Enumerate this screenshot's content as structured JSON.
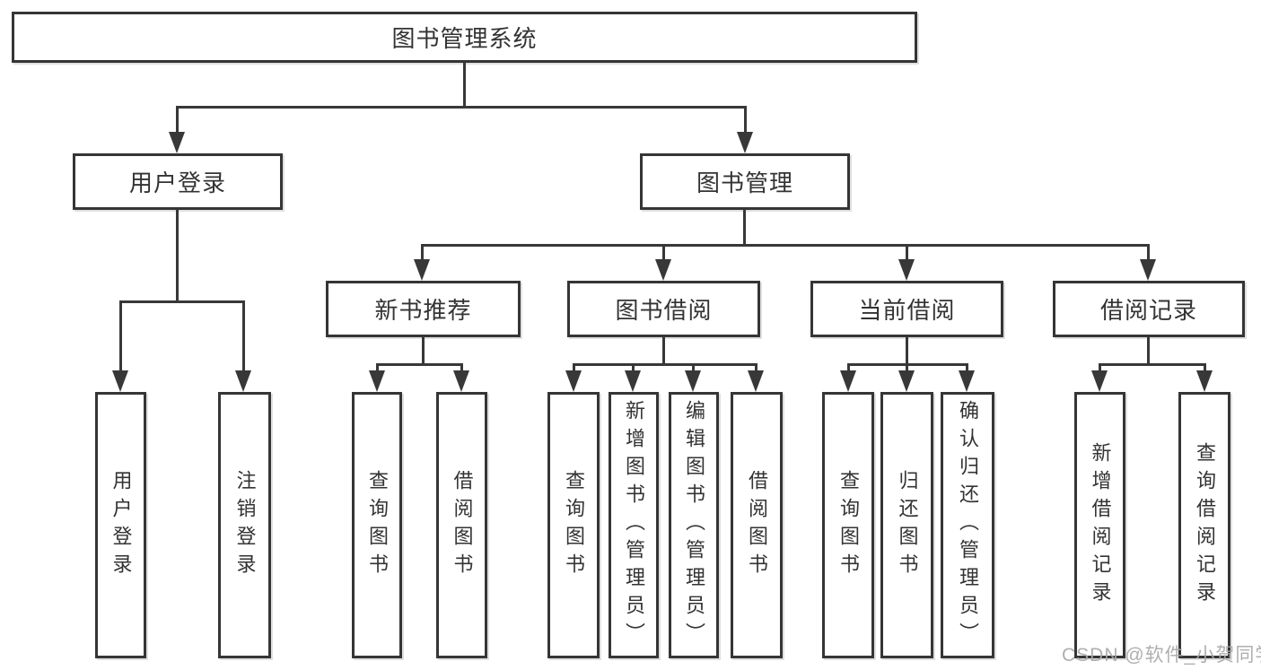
{
  "diagram_title": "图书管理系统",
  "tree": {
    "root": {
      "label": "图书管理系统",
      "children": [
        {
          "label": "用户登录",
          "children": [
            {
              "label": "用户登录"
            },
            {
              "label": "注销登录"
            }
          ]
        },
        {
          "label": "图书管理",
          "children": [
            {
              "label": "新书推荐",
              "children": [
                {
                  "label": "查询图书"
                },
                {
                  "label": "借阅图书"
                }
              ]
            },
            {
              "label": "图书借阅",
              "children": [
                {
                  "label": "查询图书"
                },
                {
                  "label": "新增图书（管理员）"
                },
                {
                  "label": "编辑图书（管理员）"
                },
                {
                  "label": "借阅图书"
                }
              ]
            },
            {
              "label": "当前借阅",
              "children": [
                {
                  "label": "查询图书"
                },
                {
                  "label": "归还图书"
                },
                {
                  "label": "确认归还（管理员）"
                }
              ]
            },
            {
              "label": "借阅记录",
              "children": [
                {
                  "label": "新增借阅记录"
                },
                {
                  "label": "查询借阅记录"
                }
              ]
            }
          ]
        }
      ]
    }
  },
  "watermark": {
    "text": "CSDN @软件_小贺同学"
  },
  "colors": {
    "line": "#383838",
    "box_border": "#353535",
    "box_fill": "#ffffff",
    "text": "#333333",
    "watermark": "#a8a8a8",
    "background": "#ffffff"
  }
}
